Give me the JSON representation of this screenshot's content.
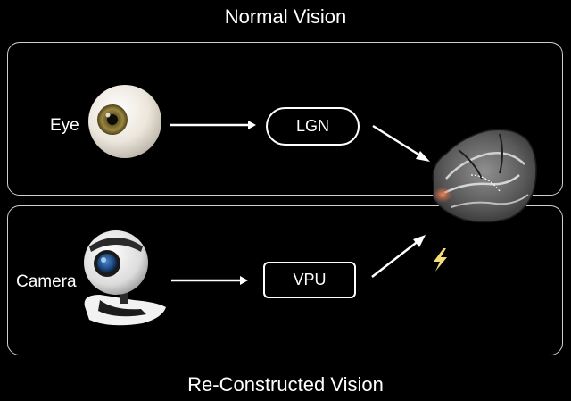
{
  "titles": {
    "top": "Normal Vision",
    "bottom": "Re-Constructed Vision"
  },
  "nodes": {
    "eye_label": "Eye",
    "camera_label": "Camera",
    "lgn": "LGN",
    "vpu": "VPU"
  },
  "icons": {
    "eye": "eyeball-icon",
    "camera": "webcam-icon",
    "brain": "brain-cortex-icon",
    "stimulation": "lightning-bolt-icon"
  },
  "colors": {
    "background": "#000000",
    "panel_border": "#cfcfcf",
    "arrow": "#ffffff",
    "iris": "#8a7a3a",
    "bolt": "#f5dc7a",
    "stimulation_spot": "#d9603a"
  }
}
